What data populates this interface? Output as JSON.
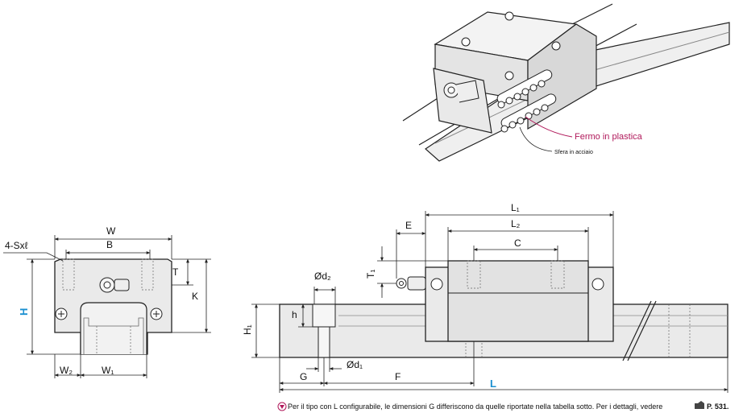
{
  "callouts": {
    "plastic_retainer": "Fermo in plastica",
    "steel_ball": "Sfera in acciaio"
  },
  "end_view": {
    "tap_label": "4-Sxℓ",
    "W": "W",
    "B": "B",
    "T": "T",
    "K": "K",
    "H": "H",
    "W2": "W₂",
    "W1": "W₁"
  },
  "side_view": {
    "L1": "L₁",
    "L2": "L₂",
    "E": "E",
    "C": "C",
    "T1": "T₁",
    "d2": "Ød₂",
    "h": "h",
    "H1": "H₁",
    "d1": "Ød₁",
    "G": "G",
    "F": "F",
    "L": "L"
  },
  "footnote": {
    "text": "Per il tipo con L configurabile, le dimensioni G differiscono da quelle riportate nella tabella sotto. Per i dettagli, vedere",
    "page_ref": "P. 531."
  },
  "colors": {
    "accent_blue": "#1a8fd0",
    "callout_magenta": "#b0185a",
    "part_fill": "#eaeaea",
    "outline": "#222222"
  }
}
